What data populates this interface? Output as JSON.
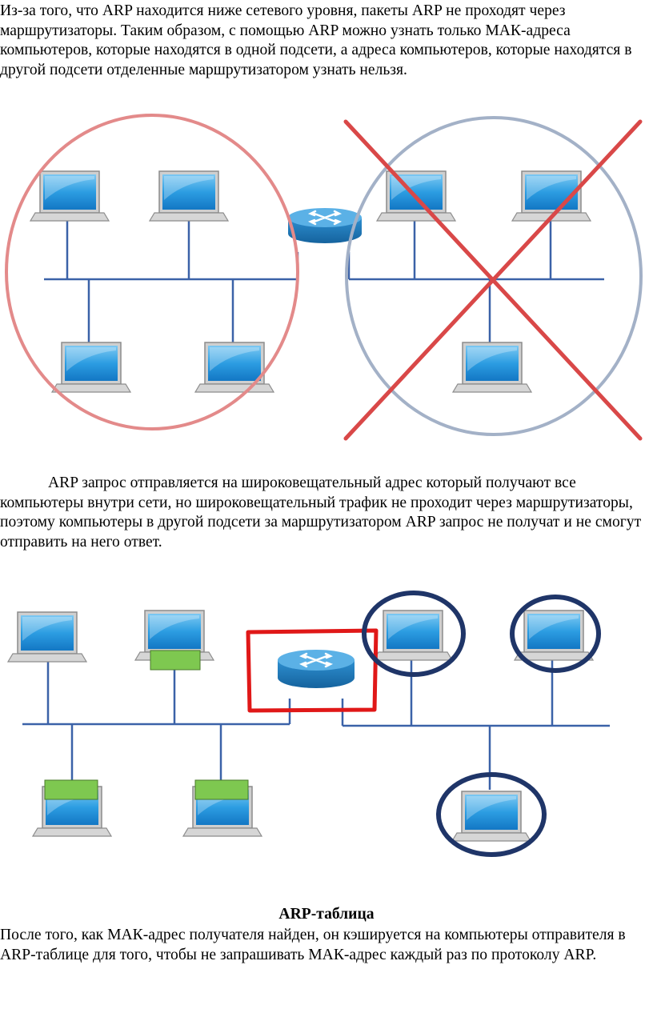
{
  "document": {
    "paragraph_1": "Из-за того, что ARP находится ниже сетевого уровня, пакеты ARP не проходят через маршрутизаторы. Таким образом, с помощью ARP можно узнать только МАК-адреса компьютеров, которые находятся в одной подсети, а адреса компьютеров, которые находятся в другой подсети отделенные маршрутизатором узнать нельзя.",
    "paragraph_2": "ARP запрос отправляется на широковещательный адрес который получают все компьютеры внутри сети, но широковещательный трафик не проходит через маршрутизаторы, поэтому компьютеры в другой подсети за маршрутизатором ARP запрос не получат и не смогут отправить на него ответ.",
    "heading": "ARP-таблица",
    "paragraph_3": "После того, как МАК-адрес получателя найден, он кэшируется на компьютеры отправителя в ARP-таблице для того, чтобы не запрашивать МАК-адрес каждый раз по протоколу ARP."
  },
  "colors": {
    "bus_line": "#3b62a8",
    "red_circle": "#e07a7a",
    "gray_circle": "#a0aec4",
    "cross": "#d94848",
    "router_body": "#1f7fc2",
    "router_top": "#4fa9e0",
    "laptop_screen": "#2a9be0",
    "laptop_frame": "#8c8c8c",
    "green_packet": "#7ec850",
    "red_box": "#e01818",
    "navy_circle": "#1f3568"
  },
  "icons": [
    "laptop-icon",
    "router-icon"
  ]
}
